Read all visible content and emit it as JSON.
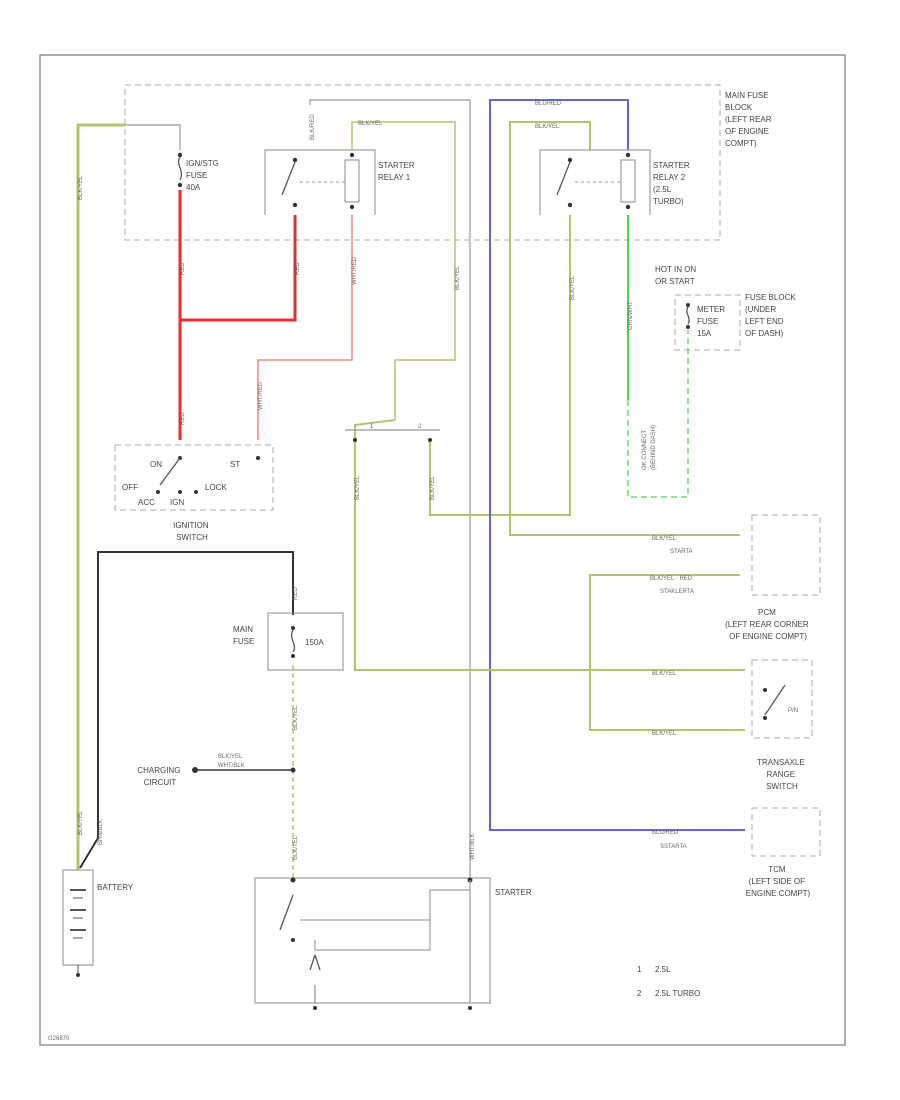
{
  "colors": {
    "yellow_green": "#b7c36c",
    "red": "#ee2c2c",
    "pink": "#f28a8a",
    "blue": "#5252cc",
    "green": "#3fcf3f",
    "light_green_dash": "#6fdc6f",
    "black": "#333333",
    "gray": "#999999"
  },
  "components": {
    "main_fuse_block": [
      "MAIN FUSE",
      "BLOCK",
      "(LEFT REAR",
      "OF ENGINE",
      "COMPT)"
    ],
    "ign_fuse": [
      "IGN/STG",
      "FUSE",
      "40A"
    ],
    "starter_relay_1": [
      "STARTER",
      "RELAY 1"
    ],
    "starter_relay_2": [
      "STARTER",
      "RELAY 2",
      "(2.5L",
      "TURBO)"
    ],
    "hot_in_run": [
      "HOT IN ON",
      "OR START"
    ],
    "meter_fuse": [
      "METER",
      "FUSE",
      "15A"
    ],
    "fuse_block": [
      "FUSE BLOCK",
      "(UNDER",
      "LEFT END",
      "OF DASH)"
    ],
    "ignition_switch": {
      "label": [
        "IGNITION",
        "SWITCH"
      ],
      "positions": [
        "ON",
        "ST",
        "OFF",
        "ACC",
        "LOCK",
        "IGN"
      ]
    },
    "main_fuse": [
      "MAIN",
      "FUSE"
    ],
    "main_fuse_rating": "150A",
    "charging_circuit": [
      "CHARGING",
      "CIRCUIT"
    ],
    "charging_wire": [
      "BLK/YEL",
      "WHT/BLK"
    ],
    "battery": "BATTERY",
    "starter": "STARTER",
    "pcm": [
      "PCM",
      "(LEFT REAR CORNER",
      "OF ENGINE COMPT)"
    ],
    "pcm_pins": [
      "STARTA",
      "STAKLERTA"
    ],
    "trans_range": [
      "TRANSAXLE",
      "RANGE",
      "SWITCH"
    ],
    "pn_label": "P/N",
    "tcm": [
      "TCM",
      "(LEFT SIDE OF",
      "ENGINE COMPT)"
    ],
    "tcm_pin": "SSTARTA",
    "ok_connect": [
      "OK CONNECT",
      "(BEHIND DASH)"
    ],
    "notes": [
      {
        "num": "1",
        "text": "2.5L"
      },
      {
        "num": "2",
        "text": "2.5L TURBO"
      }
    ],
    "footer_code": "G26870"
  },
  "wire_labels": {
    "blk_yel": "BLK/YEL",
    "blk_red": "BLK/RED",
    "blu_red": "BLU/RED",
    "red": "RED",
    "wht_blk": "WHT/BLK",
    "grn_wht": "GRN/WHT",
    "brn_blk": "BRN/BLK",
    "wht_red": "WHT/RED",
    "blk_yel_red": "BLK/YEL · RED"
  },
  "relay_pins": [
    "1",
    "2"
  ]
}
